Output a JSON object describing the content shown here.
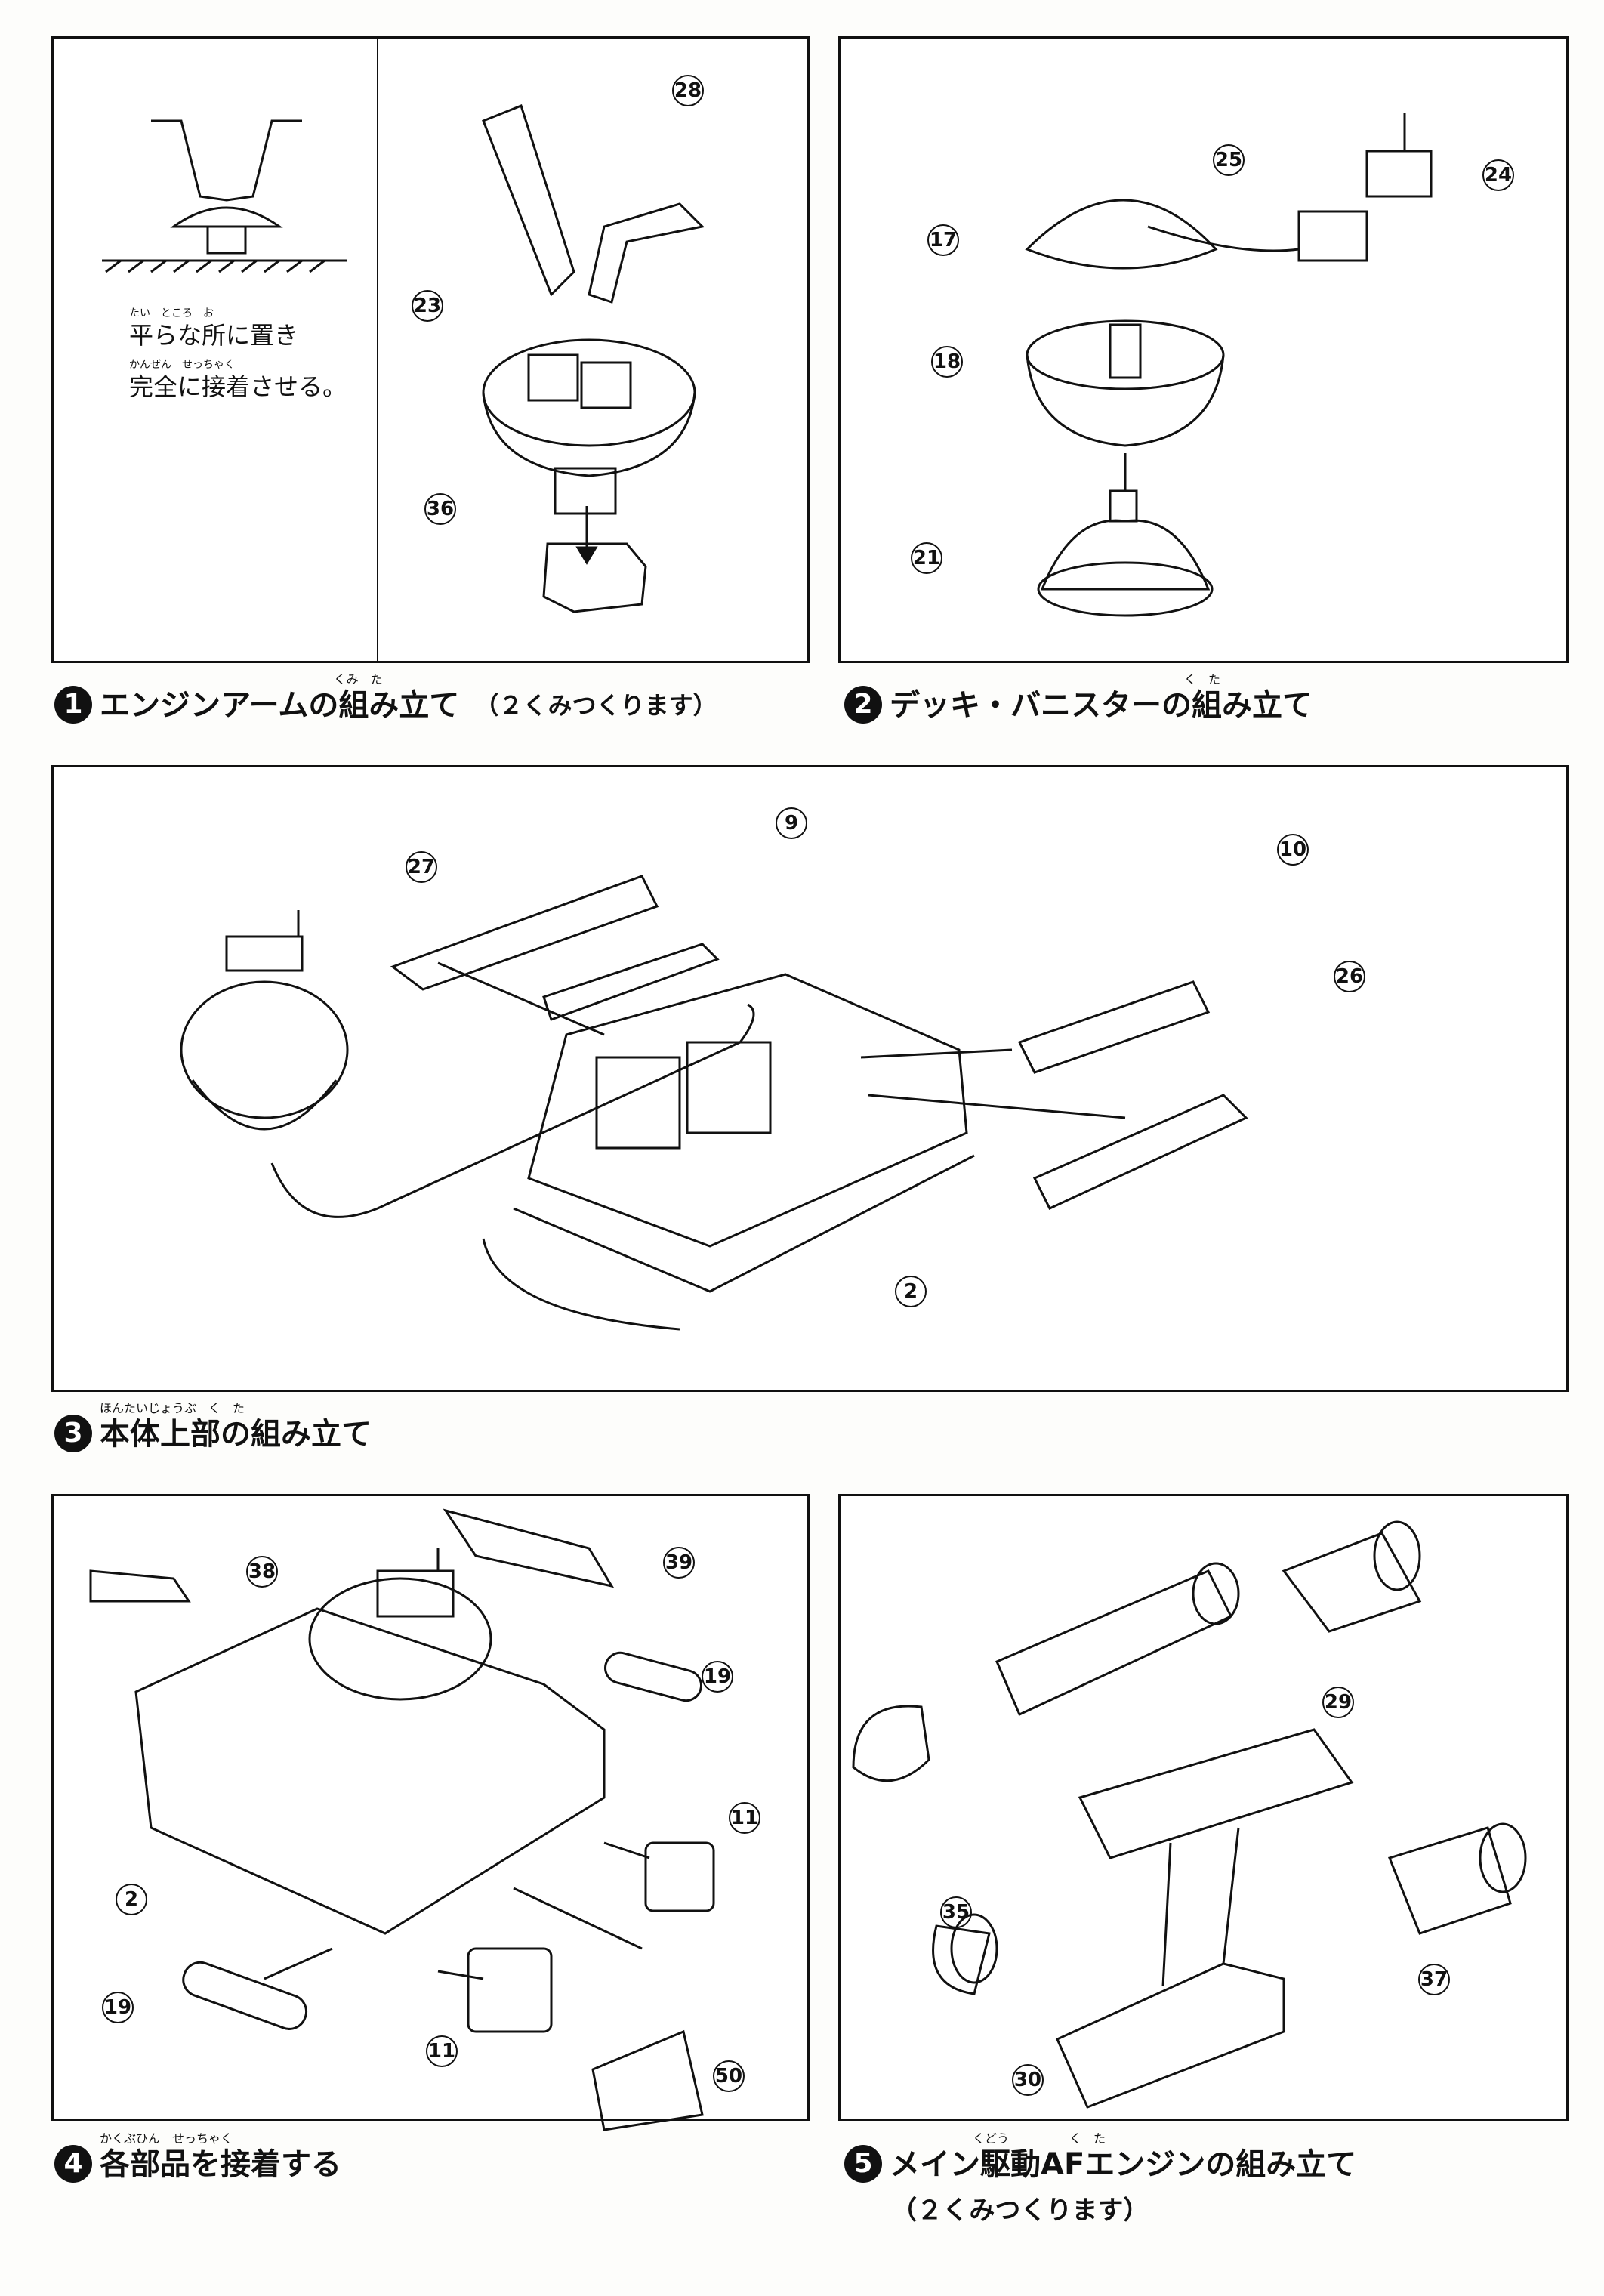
{
  "steps": [
    {
      "number": "1",
      "title": "エンジンアームの組み立て",
      "note": "（２くみつくります）",
      "ruby": "くみ　た",
      "instruction": {
        "line1": "平らな所に置き",
        "line1_ruby": "たい　ところ　お",
        "line2": "完全に接着させる。",
        "line2_ruby": "かんぜん　せっちゃく"
      },
      "parts": [
        "28",
        "23",
        "36"
      ]
    },
    {
      "number": "2",
      "title": "デッキ・バニスターの組み立て",
      "ruby": "く　た",
      "parts": [
        "25",
        "24",
        "17",
        "18",
        "21"
      ]
    },
    {
      "number": "3",
      "title": "本体上部の組み立て",
      "ruby": "ほんたいじょうぶ　く　た",
      "parts": [
        "27",
        "9",
        "10",
        "26",
        "2"
      ]
    },
    {
      "number": "4",
      "title": "各部品を接着する",
      "ruby": "かくぶひん　せっちゃく",
      "parts": [
        "38",
        "39",
        "19",
        "11",
        "2",
        "19",
        "11",
        "50"
      ]
    },
    {
      "number": "5",
      "title": "メイン駆動AFエンジンの組み立て",
      "note": "（２くみつくります）",
      "ruby": "くどう　　　　　く　た",
      "parts": [
        "29",
        "35",
        "37",
        "30"
      ]
    }
  ]
}
